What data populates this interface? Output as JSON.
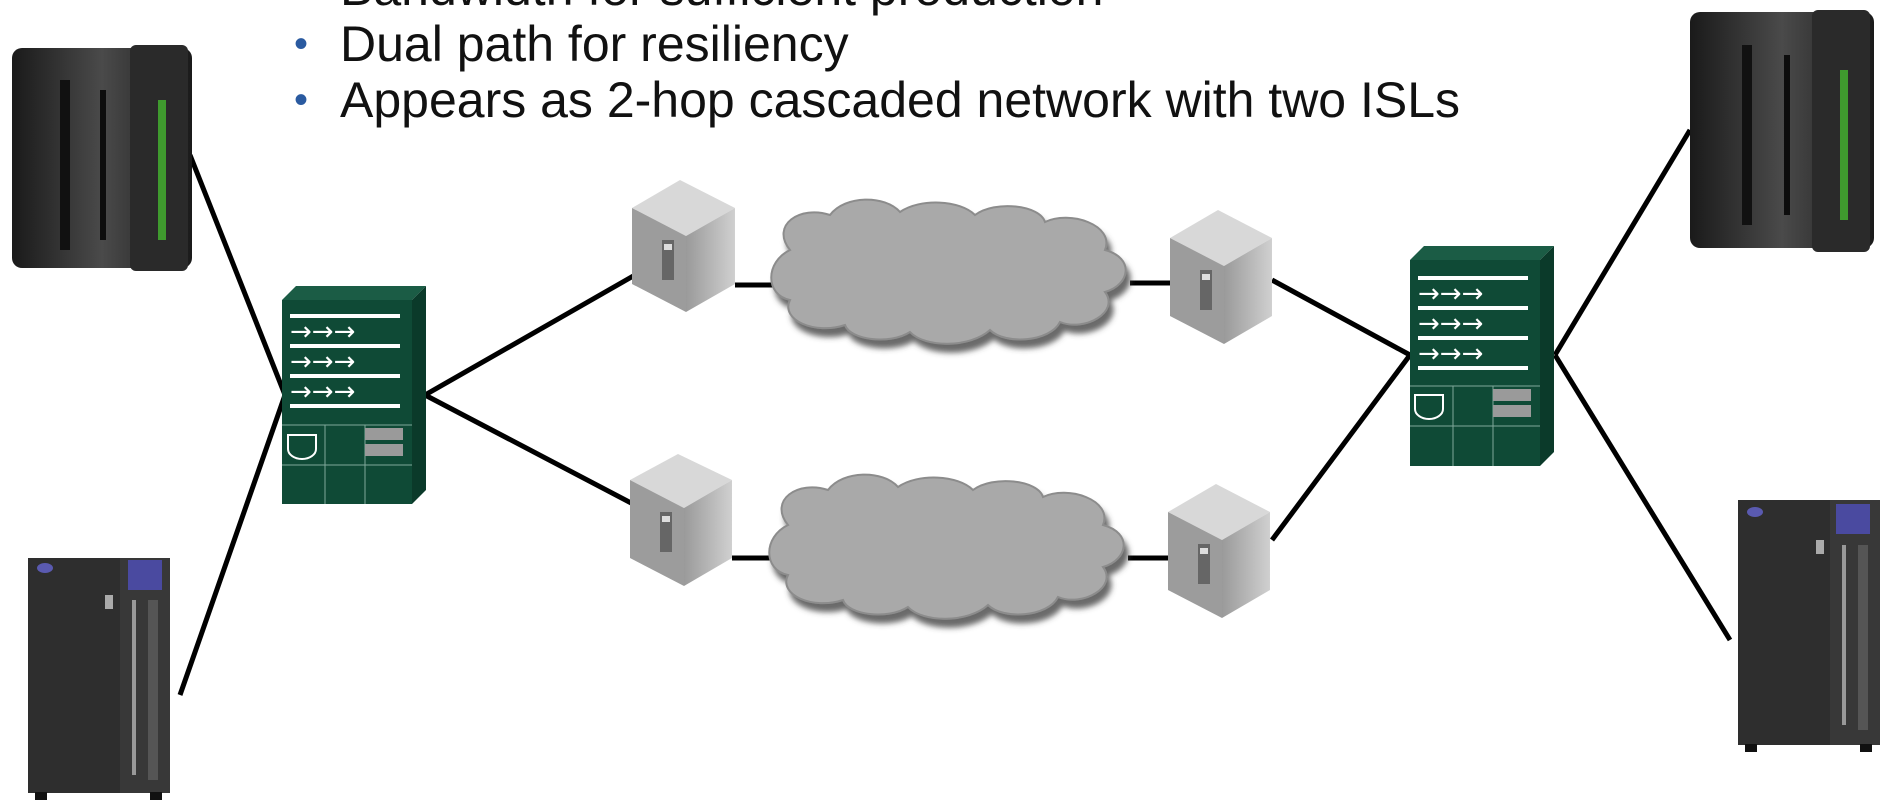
{
  "bullets": [
    "Bandwidth for sufficient production",
    "Dual path for resiliency",
    "Appears as 2-hop cascaded network with two ISLs"
  ],
  "diagram": {
    "nodes": [
      {
        "name": "mainframe-left",
        "kind": "mainframe"
      },
      {
        "name": "tape-library-left",
        "kind": "tape-library"
      },
      {
        "name": "director-switch-left",
        "kind": "director-switch"
      },
      {
        "name": "extender-top-left",
        "kind": "channel-extender"
      },
      {
        "name": "extender-bottom-left",
        "kind": "channel-extender"
      },
      {
        "name": "wan-cloud-top",
        "kind": "wan-cloud"
      },
      {
        "name": "wan-cloud-bottom",
        "kind": "wan-cloud"
      },
      {
        "name": "extender-top-right",
        "kind": "channel-extender"
      },
      {
        "name": "extender-bottom-right",
        "kind": "channel-extender"
      },
      {
        "name": "director-switch-right",
        "kind": "director-switch"
      },
      {
        "name": "mainframe-right",
        "kind": "mainframe"
      },
      {
        "name": "tape-library-right",
        "kind": "tape-library"
      }
    ],
    "links": [
      [
        "mainframe-left",
        "director-switch-left"
      ],
      [
        "tape-library-left",
        "director-switch-left"
      ],
      [
        "director-switch-left",
        "extender-top-left"
      ],
      [
        "director-switch-left",
        "extender-bottom-left"
      ],
      [
        "extender-top-left",
        "wan-cloud-top"
      ],
      [
        "wan-cloud-top",
        "extender-top-right"
      ],
      [
        "extender-bottom-left",
        "wan-cloud-bottom"
      ],
      [
        "wan-cloud-bottom",
        "extender-bottom-right"
      ],
      [
        "extender-top-right",
        "director-switch-right"
      ],
      [
        "extender-bottom-right",
        "director-switch-right"
      ],
      [
        "director-switch-right",
        "mainframe-right"
      ],
      [
        "director-switch-right",
        "tape-library-right"
      ]
    ],
    "colors": {
      "link": "#000000",
      "switch_body": "#0f4a36",
      "switch_side": "#0b3a2a",
      "cloud": "#a9a9a9",
      "extender": "#b8b8b8",
      "mainframe": "#2a2a2a",
      "mainframe_accent": "#3f9a2e",
      "tape_library": "#2e2e2e",
      "tape_badge": "#4a4aa0",
      "bullet_dot": "#2a5aa0"
    }
  }
}
